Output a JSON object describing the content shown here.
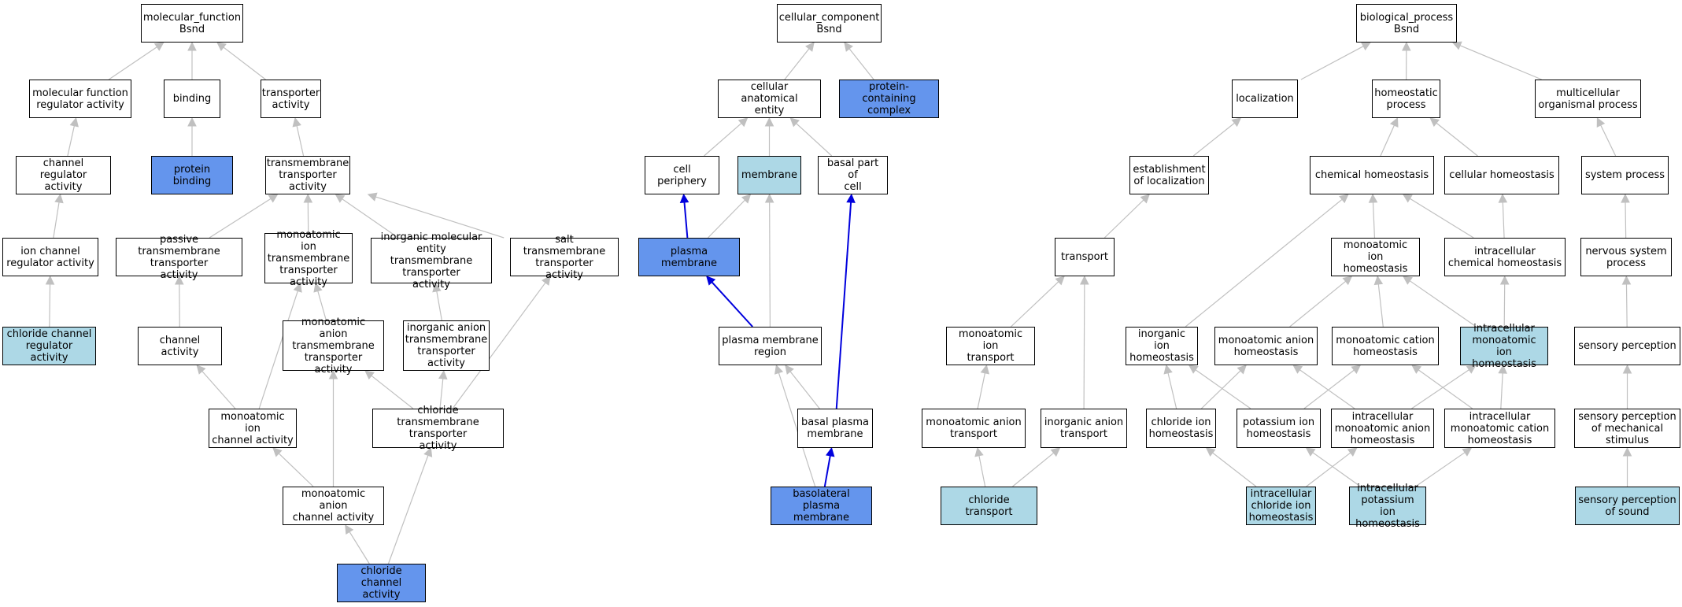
{
  "colors": {
    "node_fill_default": "#ffffff",
    "node_fill_light": "#add8e6",
    "node_fill_dark": "#6495ed",
    "edge_gray": "#c0c0c0",
    "edge_blue": "#0000dd"
  },
  "nodes": [
    {
      "id": "mf_root",
      "label": "molecular_function\nBsnd",
      "style": "white"
    },
    {
      "id": "mf_reg",
      "label": "molecular function\nregulator activity",
      "style": "white"
    },
    {
      "id": "binding",
      "label": "binding",
      "style": "white"
    },
    {
      "id": "transporter",
      "label": "transporter\nactivity",
      "style": "white"
    },
    {
      "id": "chan_reg",
      "label": "channel regulator\nactivity",
      "style": "white"
    },
    {
      "id": "protein_binding",
      "label": "protein binding",
      "style": "dark"
    },
    {
      "id": "tm_transporter",
      "label": "transmembrane\ntransporter\nactivity",
      "style": "white"
    },
    {
      "id": "ion_chan_reg",
      "label": "ion channel\nregulator activity",
      "style": "white"
    },
    {
      "id": "passive_tm",
      "label": "passive transmembrane\ntransporter\nactivity",
      "style": "white"
    },
    {
      "id": "mono_ion_tm",
      "label": "monoatomic ion\ntransmembrane\ntransporter\nactivity",
      "style": "white"
    },
    {
      "id": "inorg_mol_tm",
      "label": "inorganic molecular\nentity transmembrane\ntransporter\nactivity",
      "style": "white"
    },
    {
      "id": "salt_tm",
      "label": "salt transmembrane\ntransporter\nactivity",
      "style": "white"
    },
    {
      "id": "cl_chan_reg",
      "label": "chloride channel\nregulator activity",
      "style": "light"
    },
    {
      "id": "chan_act",
      "label": "channel activity",
      "style": "white"
    },
    {
      "id": "mono_anion_tm",
      "label": "monoatomic anion\ntransmembrane\ntransporter\nactivity",
      "style": "white"
    },
    {
      "id": "inorg_anion_tm",
      "label": "inorganic anion\ntransmembrane\ntransporter\nactivity",
      "style": "white"
    },
    {
      "id": "mono_ion_chan",
      "label": "monoatomic ion\nchannel activity",
      "style": "white"
    },
    {
      "id": "cl_tm",
      "label": "chloride transmembrane\ntransporter\nactivity",
      "style": "white"
    },
    {
      "id": "mono_anion_chan",
      "label": "monoatomic anion\nchannel activity",
      "style": "white"
    },
    {
      "id": "cl_chan",
      "label": "chloride channel\nactivity",
      "style": "dark"
    },
    {
      "id": "cc_root",
      "label": "cellular_component\nBsnd",
      "style": "white"
    },
    {
      "id": "cell_anat",
      "label": "cellular anatomical\nentity",
      "style": "white"
    },
    {
      "id": "prot_complex",
      "label": "protein-containing\ncomplex",
      "style": "dark"
    },
    {
      "id": "cell_periph",
      "label": "cell periphery",
      "style": "white"
    },
    {
      "id": "membrane",
      "label": "membrane",
      "style": "light"
    },
    {
      "id": "basal_part",
      "label": "basal part of\ncell",
      "style": "white"
    },
    {
      "id": "plasma_mem",
      "label": "plasma membrane",
      "style": "dark"
    },
    {
      "id": "pm_region",
      "label": "plasma membrane\nregion",
      "style": "white"
    },
    {
      "id": "basal_pm",
      "label": "basal plasma\nmembrane",
      "style": "white"
    },
    {
      "id": "basolat_pm",
      "label": "basolateral\nplasma membrane",
      "style": "dark"
    },
    {
      "id": "bp_root",
      "label": "biological_process\nBsnd",
      "style": "white"
    },
    {
      "id": "localization",
      "label": "localization",
      "style": "white"
    },
    {
      "id": "homeostatic",
      "label": "homeostatic\nprocess",
      "style": "white"
    },
    {
      "id": "multicell",
      "label": "multicellular\norganismal process",
      "style": "white"
    },
    {
      "id": "estab_loc",
      "label": "establishment\nof localization",
      "style": "white"
    },
    {
      "id": "chem_homeo",
      "label": "chemical homeostasis",
      "style": "white"
    },
    {
      "id": "cell_homeo",
      "label": "cellular homeostasis",
      "style": "white"
    },
    {
      "id": "sys_proc",
      "label": "system process",
      "style": "white"
    },
    {
      "id": "transport",
      "label": "transport",
      "style": "white"
    },
    {
      "id": "mono_ion_homeo",
      "label": "monoatomic ion\nhomeostasis",
      "style": "white"
    },
    {
      "id": "intra_chem_homeo",
      "label": "intracellular\nchemical homeostasis",
      "style": "white"
    },
    {
      "id": "nervous",
      "label": "nervous system\nprocess",
      "style": "white"
    },
    {
      "id": "mono_ion_transport",
      "label": "monoatomic ion\ntransport",
      "style": "white"
    },
    {
      "id": "inorg_ion_homeo",
      "label": "inorganic ion\nhomeostasis",
      "style": "white"
    },
    {
      "id": "mono_anion_homeo",
      "label": "monoatomic anion\nhomeostasis",
      "style": "white"
    },
    {
      "id": "mono_cation_homeo",
      "label": "monoatomic cation\nhomeostasis",
      "style": "white"
    },
    {
      "id": "intra_mono_ion_homeo",
      "label": "intracellular\nmonoatomic ion\nhomeostasis",
      "style": "light"
    },
    {
      "id": "sensory",
      "label": "sensory perception",
      "style": "white"
    },
    {
      "id": "mono_anion_transport",
      "label": "monoatomic anion\ntransport",
      "style": "white"
    },
    {
      "id": "inorg_anion_transport",
      "label": "inorganic anion\ntransport",
      "style": "white"
    },
    {
      "id": "cl_ion_homeo",
      "label": "chloride ion\nhomeostasis",
      "style": "white"
    },
    {
      "id": "k_ion_homeo",
      "label": "potassium ion\nhomeostasis",
      "style": "white"
    },
    {
      "id": "intra_mono_anion_homeo",
      "label": "intracellular\nmonoatomic anion\nhomeostasis",
      "style": "white"
    },
    {
      "id": "intra_mono_cation_homeo",
      "label": "intracellular\nmonoatomic cation\nhomeostasis",
      "style": "white"
    },
    {
      "id": "sens_mech",
      "label": "sensory perception\nof mechanical\nstimulus",
      "style": "white"
    },
    {
      "id": "cl_transport",
      "label": "chloride transport",
      "style": "light"
    },
    {
      "id": "intra_cl_homeo",
      "label": "intracellular\nchloride ion\nhomeostasis",
      "style": "light"
    },
    {
      "id": "intra_k_homeo",
      "label": "intracellular\npotassium ion\nhomeostasis",
      "style": "light"
    },
    {
      "id": "sens_sound",
      "label": "sensory perception\nof sound",
      "style": "light"
    }
  ],
  "edges": [
    {
      "from": "mf_reg",
      "to": "mf_root",
      "color": "gray"
    },
    {
      "from": "binding",
      "to": "mf_root",
      "color": "gray"
    },
    {
      "from": "transporter",
      "to": "mf_root",
      "color": "gray"
    },
    {
      "from": "chan_reg",
      "to": "mf_reg",
      "color": "gray"
    },
    {
      "from": "protein_binding",
      "to": "binding",
      "color": "gray"
    },
    {
      "from": "tm_transporter",
      "to": "transporter",
      "color": "gray"
    },
    {
      "from": "ion_chan_reg",
      "to": "chan_reg",
      "color": "gray"
    },
    {
      "from": "passive_tm",
      "to": "tm_transporter",
      "color": "gray"
    },
    {
      "from": "mono_ion_tm",
      "to": "tm_transporter",
      "color": "gray"
    },
    {
      "from": "inorg_mol_tm",
      "to": "tm_transporter",
      "color": "gray"
    },
    {
      "from": "salt_tm",
      "to": "tm_transporter",
      "color": "gray"
    },
    {
      "from": "cl_chan_reg",
      "to": "ion_chan_reg",
      "color": "gray"
    },
    {
      "from": "chan_act",
      "to": "passive_tm",
      "color": "gray"
    },
    {
      "from": "mono_anion_tm",
      "to": "mono_ion_tm",
      "color": "gray"
    },
    {
      "from": "inorg_anion_tm",
      "to": "inorg_mol_tm",
      "color": "gray"
    },
    {
      "from": "mono_ion_chan",
      "to": "chan_act",
      "color": "gray"
    },
    {
      "from": "mono_ion_chan",
      "to": "mono_ion_tm",
      "color": "gray"
    },
    {
      "from": "cl_tm",
      "to": "mono_anion_tm",
      "color": "gray"
    },
    {
      "from": "cl_tm",
      "to": "inorg_anion_tm",
      "color": "gray"
    },
    {
      "from": "cl_tm",
      "to": "salt_tm",
      "color": "gray"
    },
    {
      "from": "mono_anion_chan",
      "to": "mono_ion_chan",
      "color": "gray"
    },
    {
      "from": "mono_anion_chan",
      "to": "mono_anion_tm",
      "color": "gray"
    },
    {
      "from": "cl_chan",
      "to": "mono_anion_chan",
      "color": "gray"
    },
    {
      "from": "cl_chan",
      "to": "cl_tm",
      "color": "gray"
    },
    {
      "from": "cell_anat",
      "to": "cc_root",
      "color": "gray"
    },
    {
      "from": "prot_complex",
      "to": "cc_root",
      "color": "gray"
    },
    {
      "from": "cell_periph",
      "to": "cell_anat",
      "color": "gray"
    },
    {
      "from": "membrane",
      "to": "cell_anat",
      "color": "gray"
    },
    {
      "from": "basal_part",
      "to": "cell_anat",
      "color": "gray"
    },
    {
      "from": "plasma_mem",
      "to": "cell_periph",
      "color": "blue"
    },
    {
      "from": "plasma_mem",
      "to": "membrane",
      "color": "gray"
    },
    {
      "from": "pm_region",
      "to": "plasma_mem",
      "color": "blue"
    },
    {
      "from": "pm_region",
      "to": "membrane",
      "color": "gray"
    },
    {
      "from": "basal_pm",
      "to": "pm_region",
      "color": "gray"
    },
    {
      "from": "basal_pm",
      "to": "basal_part",
      "color": "blue"
    },
    {
      "from": "basolat_pm",
      "to": "basal_pm",
      "color": "blue"
    },
    {
      "from": "basolat_pm",
      "to": "pm_region",
      "color": "gray"
    },
    {
      "from": "localization",
      "to": "bp_root",
      "color": "gray"
    },
    {
      "from": "homeostatic",
      "to": "bp_root",
      "color": "gray"
    },
    {
      "from": "multicell",
      "to": "bp_root",
      "color": "gray"
    },
    {
      "from": "estab_loc",
      "to": "localization",
      "color": "gray"
    },
    {
      "from": "chem_homeo",
      "to": "homeostatic",
      "color": "gray"
    },
    {
      "from": "cell_homeo",
      "to": "homeostatic",
      "color": "gray"
    },
    {
      "from": "sys_proc",
      "to": "multicell",
      "color": "gray"
    },
    {
      "from": "transport",
      "to": "estab_loc",
      "color": "gray"
    },
    {
      "from": "mono_ion_homeo",
      "to": "chem_homeo",
      "color": "gray"
    },
    {
      "from": "intra_chem_homeo",
      "to": "chem_homeo",
      "color": "gray"
    },
    {
      "from": "intra_chem_homeo",
      "to": "cell_homeo",
      "color": "gray"
    },
    {
      "from": "nervous",
      "to": "sys_proc",
      "color": "gray"
    },
    {
      "from": "mono_ion_transport",
      "to": "transport",
      "color": "gray"
    },
    {
      "from": "inorg_ion_homeo",
      "to": "chem_homeo",
      "color": "gray"
    },
    {
      "from": "mono_anion_homeo",
      "to": "mono_ion_homeo",
      "color": "gray"
    },
    {
      "from": "mono_cation_homeo",
      "to": "mono_ion_homeo",
      "color": "gray"
    },
    {
      "from": "intra_mono_ion_homeo",
      "to": "mono_ion_homeo",
      "color": "gray"
    },
    {
      "from": "intra_mono_ion_homeo",
      "to": "intra_chem_homeo",
      "color": "gray"
    },
    {
      "from": "sensory",
      "to": "nervous",
      "color": "gray"
    },
    {
      "from": "mono_anion_transport",
      "to": "mono_ion_transport",
      "color": "gray"
    },
    {
      "from": "inorg_anion_transport",
      "to": "transport",
      "color": "gray"
    },
    {
      "from": "cl_ion_homeo",
      "to": "inorg_ion_homeo",
      "color": "gray"
    },
    {
      "from": "cl_ion_homeo",
      "to": "mono_anion_homeo",
      "color": "gray"
    },
    {
      "from": "k_ion_homeo",
      "to": "inorg_ion_homeo",
      "color": "gray"
    },
    {
      "from": "k_ion_homeo",
      "to": "mono_cation_homeo",
      "color": "gray"
    },
    {
      "from": "intra_mono_anion_homeo",
      "to": "mono_anion_homeo",
      "color": "gray"
    },
    {
      "from": "intra_mono_anion_homeo",
      "to": "intra_mono_ion_homeo",
      "color": "gray"
    },
    {
      "from": "intra_mono_cation_homeo",
      "to": "mono_cation_homeo",
      "color": "gray"
    },
    {
      "from": "intra_mono_cation_homeo",
      "to": "intra_mono_ion_homeo",
      "color": "gray"
    },
    {
      "from": "sens_mech",
      "to": "sensory",
      "color": "gray"
    },
    {
      "from": "cl_transport",
      "to": "mono_anion_transport",
      "color": "gray"
    },
    {
      "from": "cl_transport",
      "to": "inorg_anion_transport",
      "color": "gray"
    },
    {
      "from": "intra_cl_homeo",
      "to": "cl_ion_homeo",
      "color": "gray"
    },
    {
      "from": "intra_cl_homeo",
      "to": "intra_mono_anion_homeo",
      "color": "gray"
    },
    {
      "from": "intra_k_homeo",
      "to": "k_ion_homeo",
      "color": "gray"
    },
    {
      "from": "intra_k_homeo",
      "to": "intra_mono_cation_homeo",
      "color": "gray"
    },
    {
      "from": "sens_sound",
      "to": "sens_mech",
      "color": "gray"
    }
  ]
}
